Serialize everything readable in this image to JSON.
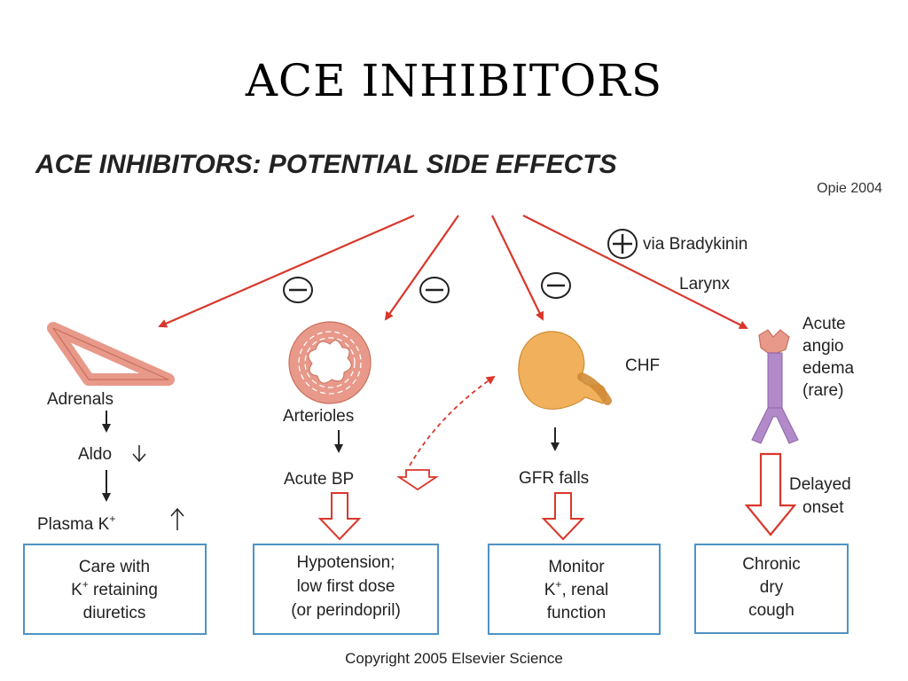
{
  "slide": {
    "title": "ACE INHIBITORS"
  },
  "figure": {
    "heading": "ACE INHIBITORS: POTENTIAL SIDE EFFECTS",
    "citation": "Opie 2004",
    "copyright": "Copyright 2005 Elsevier Science"
  },
  "colors": {
    "arrow_red": "#d9372b",
    "box_blue": "#4f93c4",
    "tissue_pink": "#e8998a",
    "kidney_orange": "#f1b15c",
    "larynx_purple": "#b28ac9"
  },
  "icons": [
    "minus-circle-icon",
    "plus-circle-icon",
    "adrenal-icon",
    "arteriole-icon",
    "kidney-icon",
    "larynx-icon"
  ],
  "columns": {
    "adrenals": {
      "organ": "Adrenals",
      "step1": "Aldo",
      "step2_prefix": "Plasma K",
      "step2_sup": "+",
      "box_lines": [
        "Care with",
        "K",
        "+",
        " retaining",
        "diuretics"
      ]
    },
    "arterioles": {
      "organ": "Arterioles",
      "step1": "Acute BP",
      "box_lines": [
        "Hypotension;",
        "low first dose",
        "(or perindopril)"
      ]
    },
    "kidney": {
      "label": "CHF",
      "step1": "GFR falls",
      "box_lines": [
        "Monitor",
        "K",
        "+",
        ", renal",
        "function"
      ]
    },
    "larynx": {
      "via": "via Bradykinin",
      "organ": "Larynx",
      "edema_lines": [
        "Acute",
        "angio",
        "edema",
        "(rare)"
      ],
      "onset_lines": [
        "Delayed",
        "onset"
      ],
      "box_lines": [
        "Chronic",
        "dry",
        "cough"
      ]
    }
  }
}
